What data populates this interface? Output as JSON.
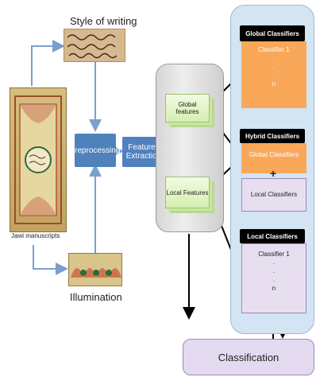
{
  "labels": {
    "style_of_writing": "Style of writing",
    "jawi_manuscripts": "Jawi manuscripts",
    "illumination": "Illumination"
  },
  "nodes": {
    "preprocessing": "preprocessing",
    "features_extraction": "Features\nExtraction",
    "global_features": "Global features",
    "local_features": "Local Features",
    "classification": "Classification"
  },
  "global_classifiers": {
    "header": "Global Classifiers",
    "items": [
      "Classifier 1",
      ".",
      ".",
      ".",
      "n"
    ]
  },
  "hybrid_classifiers": {
    "header": "Hybrid Classifiers",
    "global": "Global Classifiers",
    "plus": "+",
    "local": "Local Classifiers"
  },
  "local_classifiers": {
    "header": "Local Classifiers",
    "items": [
      "Classifier 1",
      ".",
      ".",
      ".",
      "n"
    ]
  },
  "colors": {
    "process_box": "#4f81bd",
    "feature_box": "#d4efb0",
    "classifier_panel": "#d3e4f3",
    "global_block": "#f9a85a",
    "local_block": "#e7dff0",
    "arrow_light": "#7aa0cf"
  }
}
